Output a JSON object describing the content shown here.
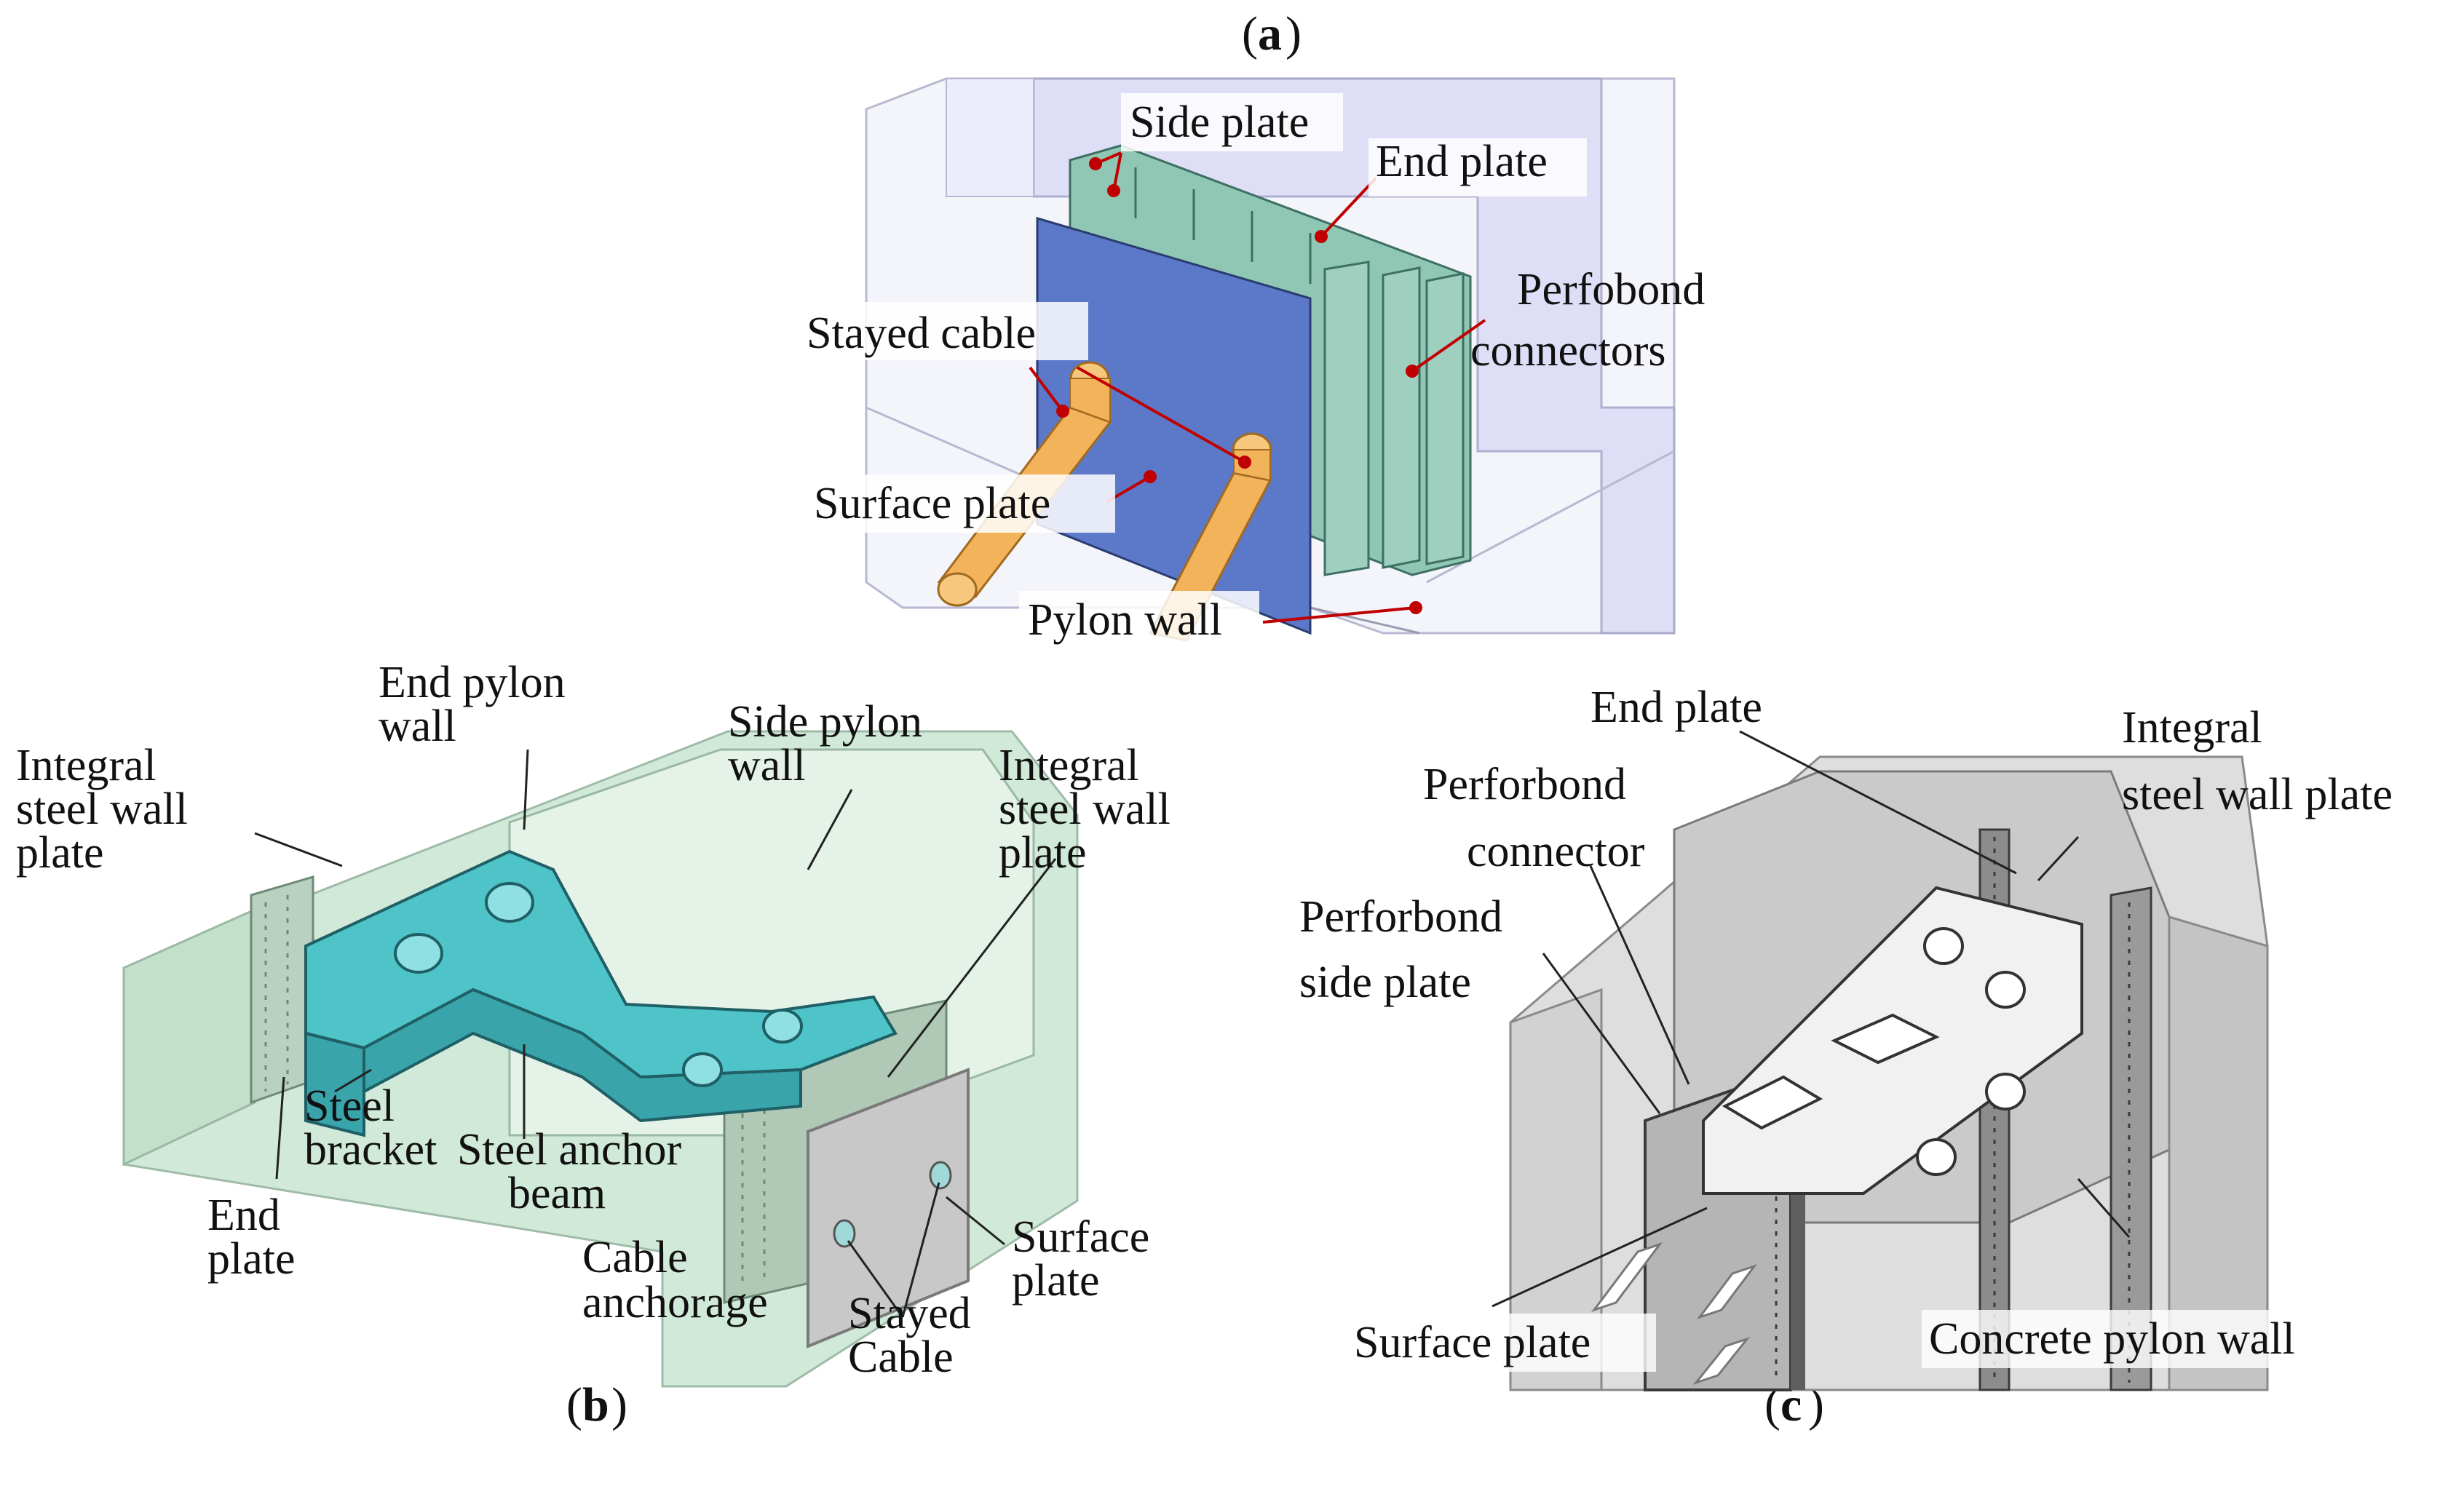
{
  "panel_a": {
    "caption_letter": "a",
    "labels": {
      "side_plate": "Side plate",
      "end_plate": "End plate",
      "perfobond_1": "Perfobond",
      "perfobond_2": "connectors",
      "stayed_cable": "Stayed cable",
      "surface_plate": "Surface plate",
      "pylon_wall": "Pylon wall"
    },
    "colors": {
      "surface_plate": "#5b79c8",
      "connector": "#8fc7b4",
      "cable": "#f3b35a",
      "pylon": "#d9d9f3",
      "leader": "#c00000"
    }
  },
  "panel_b": {
    "caption_letter": "b",
    "labels": {
      "end_pylon_wall_1": "End pylon",
      "end_pylon_wall_2": "wall",
      "side_pylon_wall_1": "Side pylon",
      "side_pylon_wall_2": "wall",
      "integral_left_1": "Integral",
      "integral_left_2": "steel wall",
      "integral_left_3": "plate",
      "integral_right_1": "Integral",
      "integral_right_2": "steel wall",
      "integral_right_3": "plate",
      "steel_bracket_1": "Steel",
      "steel_bracket_2": "bracket",
      "steel_anchor_beam_1": "Steel anchor",
      "steel_anchor_beam_2": "beam",
      "end_plate_1": "End",
      "end_plate_2": "plate",
      "cable_anchorage_1": "Cable",
      "cable_anchorage_2": "anchorage",
      "stayed_cable_1": "Stayed",
      "stayed_cable_2": "Cable",
      "surface_plate_1": "Surface",
      "surface_plate_2": "plate"
    },
    "colors": {
      "wall": "#cfe8d6",
      "beam": "#4fc4c8",
      "surface_plate": "#c8c8c8"
    }
  },
  "panel_c": {
    "caption_letter": "c",
    "labels": {
      "end_plate": "End plate",
      "perforbond_connector_1": "Perforbond",
      "perforbond_connector_2": "connector",
      "perforbond_side_plate_1": "Perforbond",
      "perforbond_side_plate_2": "side plate",
      "integral_1": "Integral",
      "integral_2": "steel wall plate",
      "surface_plate": "Surface plate",
      "concrete_pylon_wall": "Concrete pylon wall"
    },
    "colors": {
      "concrete": "#d4d4d4",
      "steel": "#b0b0b0"
    }
  }
}
